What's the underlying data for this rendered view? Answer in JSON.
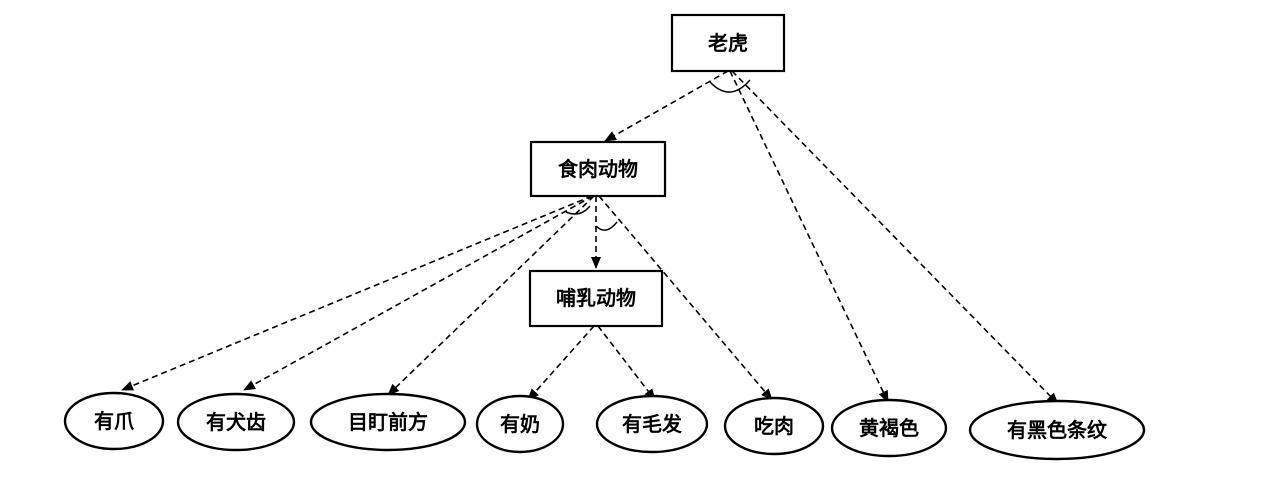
{
  "nodes": {
    "tiger": "老虎",
    "carnivore": "食肉动物",
    "mammal": "哺乳动物",
    "has_claws": "有爪",
    "has_canines": "有犬齿",
    "eyes_forward": "目盯前方",
    "has_milk": "有奶",
    "has_hair": "有毛发",
    "eats_meat": "吃肉",
    "tawny_color": "黄褐色",
    "black_stripes": "有黑色条纹"
  },
  "edges": [
    {
      "from": "tiger",
      "to": "carnivore"
    },
    {
      "from": "tiger",
      "to": "tawny_color"
    },
    {
      "from": "tiger",
      "to": "black_stripes"
    },
    {
      "from": "carnivore",
      "to": "has_claws"
    },
    {
      "from": "carnivore",
      "to": "has_canines"
    },
    {
      "from": "carnivore",
      "to": "eyes_forward"
    },
    {
      "from": "carnivore",
      "to": "mammal"
    },
    {
      "from": "carnivore",
      "to": "eats_meat"
    },
    {
      "from": "mammal",
      "to": "has_milk"
    },
    {
      "from": "mammal",
      "to": "has_hair"
    }
  ]
}
